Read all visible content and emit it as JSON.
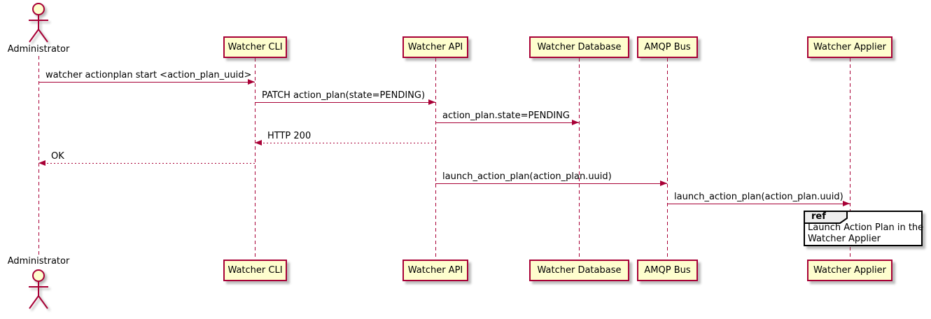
{
  "diagram_type": "uml-sequence",
  "colors": {
    "stroke": "#A80036",
    "participant_fill": "#FEFECE",
    "text": "#000000",
    "ref_fill": "#FFFFFF",
    "ref_label_fill": "#EEEEEE",
    "ref_border": "#000000",
    "background": "#FFFFFF"
  },
  "participants": [
    {
      "label": "Administrator",
      "kind": "actor"
    },
    {
      "label": "Watcher CLI",
      "kind": "participant"
    },
    {
      "label": "Watcher API",
      "kind": "participant"
    },
    {
      "label": "Watcher Database",
      "kind": "participant"
    },
    {
      "label": "AMQP Bus",
      "kind": "participant"
    },
    {
      "label": "Watcher Applier",
      "kind": "participant"
    }
  ],
  "messages": [
    {
      "from": "Administrator",
      "to": "Watcher CLI",
      "label": "watcher actionplan start <action_plan_uuid>",
      "line": "solid"
    },
    {
      "from": "Watcher CLI",
      "to": "Watcher API",
      "label": "PATCH action_plan(state=PENDING)",
      "line": "solid"
    },
    {
      "from": "Watcher API",
      "to": "Watcher Database",
      "label": "action_plan.state=PENDING",
      "line": "solid"
    },
    {
      "from": "Watcher API",
      "to": "Watcher CLI",
      "label": "HTTP 200",
      "line": "dashed"
    },
    {
      "from": "Watcher CLI",
      "to": "Administrator",
      "label": "OK",
      "line": "dashed"
    },
    {
      "from": "Watcher API",
      "to": "AMQP Bus",
      "label": "launch_action_plan(action_plan.uuid)",
      "line": "solid"
    },
    {
      "from": "AMQP Bus",
      "to": "Watcher Applier",
      "label": "launch_action_plan(action_plan.uuid)",
      "line": "solid"
    }
  ],
  "ref_fragment": {
    "keyword": "ref",
    "line1": "Launch Action Plan in the",
    "line2": "Watcher Applier"
  }
}
